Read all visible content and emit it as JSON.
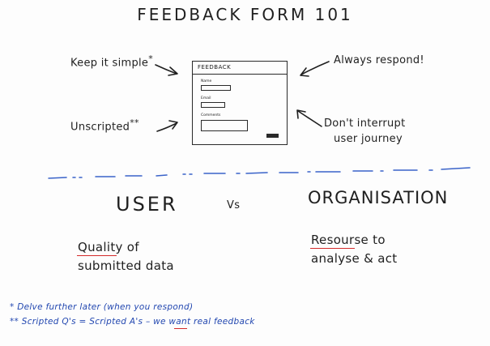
{
  "title": "FEEDBACK FORM 101",
  "notes": {
    "keep_simple": "Keep it simple",
    "keep_simple_mark": "*",
    "unscripted": "Unscripted",
    "unscripted_mark": "**",
    "always_respond": "Always respond!",
    "dont_interrupt_line1": "Don't interrupt",
    "dont_interrupt_line2": "user journey"
  },
  "form": {
    "title": "FEEDBACK",
    "fields": [
      "Name",
      "Email",
      "Comments"
    ]
  },
  "comparison": {
    "left_heading": "USER",
    "vs": "Vs",
    "right_heading": "ORGANISATION",
    "left_line1": "Quality of",
    "left_line2": "submitted data",
    "right_line1": "Resourse to",
    "right_line2": "analyse & act"
  },
  "footnotes": [
    "* Delve further later (when you respond)",
    "** Scripted Q's = Scripted A's – we want real feedback"
  ],
  "colors": {
    "ink": "#1f1f1f",
    "footnote_blue": "#2247b0",
    "accent_red": "#d42a2a",
    "divider_blue": "#3a63c9"
  }
}
